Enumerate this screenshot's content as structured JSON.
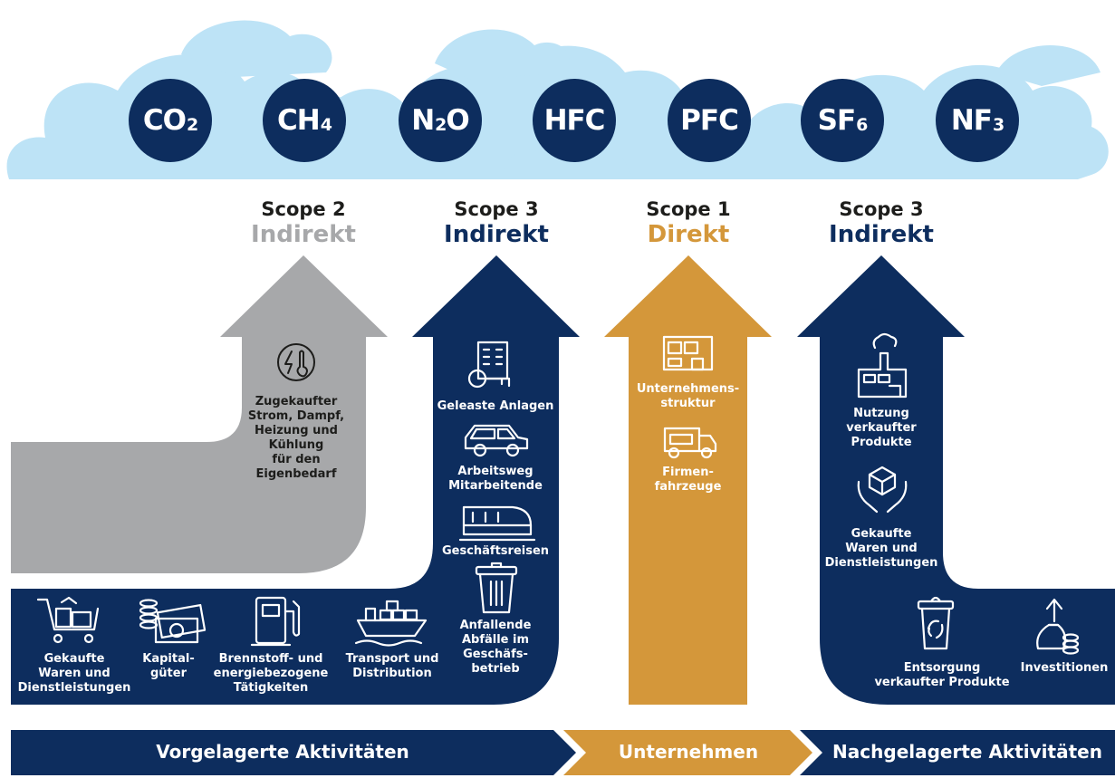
{
  "colors": {
    "navy": "#0d2d5e",
    "gray": "#a7a8aa",
    "orange": "#d4973a",
    "cloud": "#bde3f6"
  },
  "gases": [
    {
      "main": "CO",
      "sub": "2"
    },
    {
      "main": "CH",
      "sub": "4"
    },
    {
      "main": "N",
      "sub": "2",
      "tail": "O"
    },
    {
      "main": "HFC",
      "sub": ""
    },
    {
      "main": "PFC",
      "sub": ""
    },
    {
      "main": "SF",
      "sub": "6"
    },
    {
      "main": "NF",
      "sub": "3"
    }
  ],
  "scopes": [
    {
      "scope": "Scope 2",
      "type": "Indirekt",
      "color": "#a7a8aa"
    },
    {
      "scope": "Scope 3",
      "type": "Indirekt",
      "color": "#0d2d5e"
    },
    {
      "scope": "Scope 1",
      "type": "Direkt",
      "color": "#d4973a"
    },
    {
      "scope": "Scope 3",
      "type": "Indirekt",
      "color": "#0d2d5e"
    }
  ],
  "upstream_items": [
    {
      "icon": "shopping-cart-icon",
      "lines": [
        "Gekaufte",
        "Waren und",
        "Dienstleistungen"
      ]
    },
    {
      "icon": "cash-coins-icon",
      "lines": [
        "Kapital-",
        "güter"
      ]
    },
    {
      "icon": "fuel-pump-icon",
      "lines": [
        "Brennstoff- und",
        "energiebezogene",
        "Tätigkeiten"
      ]
    },
    {
      "icon": "cargo-ship-icon",
      "lines": [
        "Transport und",
        "Distribution"
      ]
    }
  ],
  "scope2_item": {
    "icon": "energy-thermometer-icon",
    "lines": [
      "Zugekaufter",
      "Strom, Dampf,",
      "Heizung und",
      "Kühlung",
      "für den",
      "Eigenbedarf"
    ]
  },
  "scope3_up_items": [
    {
      "icon": "building-key-icon",
      "lines": [
        "Geleaste Anlagen"
      ]
    },
    {
      "icon": "car-icon",
      "lines": [
        "Arbeitsweg",
        "Mitarbeitende"
      ]
    },
    {
      "icon": "train-icon",
      "lines": [
        "Geschäftsreisen"
      ]
    },
    {
      "icon": "trash-bin-icon",
      "lines": [
        "Anfallende",
        "Abfälle im",
        "Geschäfs-",
        "betrieb"
      ]
    }
  ],
  "scope1_items": [
    {
      "icon": "office-building-icon",
      "lines": [
        "Unternehmens-",
        "struktur"
      ]
    },
    {
      "icon": "delivery-van-icon",
      "lines": [
        "Firmen-",
        "fahrzeuge"
      ]
    }
  ],
  "scope3_down_items": [
    {
      "icon": "factory-icon",
      "lines": [
        "Nutzung",
        "verkaufter",
        "Produkte"
      ]
    },
    {
      "icon": "hands-box-icon",
      "lines": [
        "Gekaufte",
        "Waren und",
        "Dienstleistungen"
      ]
    },
    {
      "icon": "recycle-bin-icon",
      "lines": [
        "Entsorgung",
        "verkaufter Produkte"
      ]
    },
    {
      "icon": "money-bag-icon",
      "lines": [
        "Investitionen"
      ]
    }
  ],
  "stages": [
    "Vorgelagerte Aktivitäten",
    "Unternehmen",
    "Nachgelagerte Aktivitäten"
  ]
}
